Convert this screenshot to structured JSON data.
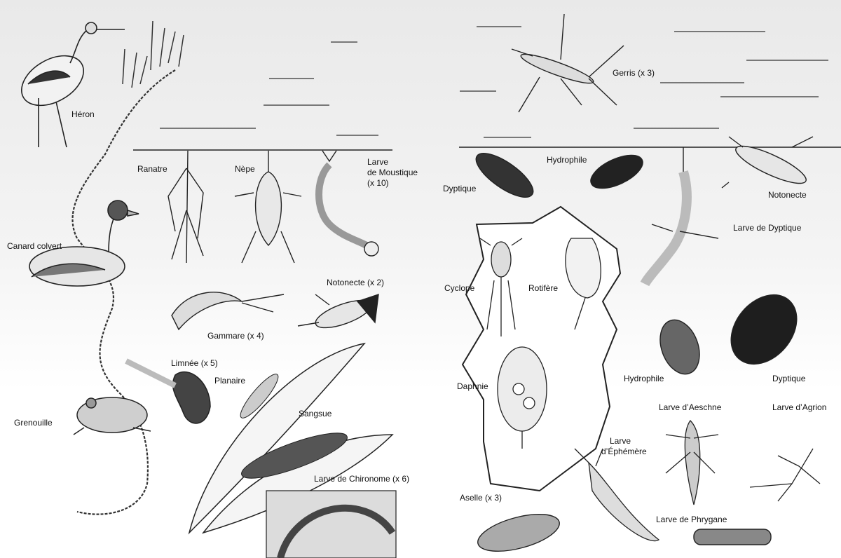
{
  "labels": {
    "heron": "Héron",
    "canard": "Canard colvert",
    "grenouille": "Grenouille",
    "ranatre": "Ranatre",
    "nepe": "Nèpe",
    "larve_moustique_1": "Larve",
    "larve_moustique_2": "de Moustique",
    "larve_moustique_3": "(x 10)",
    "gammare": "Gammare (x 4)",
    "notonecte_x2": "Notonecte (x 2)",
    "limnee": "Limnée (x 5)",
    "planaire": "Planaire",
    "sangsue": "Sangsue",
    "chironome": "Larve de Chironome (x 6)",
    "gerris": "Gerris (x 3)",
    "dyptique_top": "Dyptique",
    "hydrophile_top": "Hydrophile",
    "notonecte_right": "Notonecte",
    "larve_dyptique": "Larve de Dyptique",
    "cyclope": "Cyclope",
    "rotifere": "Rotifère",
    "daphnie": "Daphnie",
    "hydrophile_bottom": "Hydrophile",
    "dyptique_bottom": "Dyptique",
    "larve_aeschne": "Larve d’Aeschne",
    "larve_agrion": "Larve d’Agrion",
    "ephemere_1": "Larve",
    "ephemere_2": "d’Éphémère",
    "aselle": "Aselle (x 3)",
    "phrygane": "Larve de Phrygane"
  }
}
